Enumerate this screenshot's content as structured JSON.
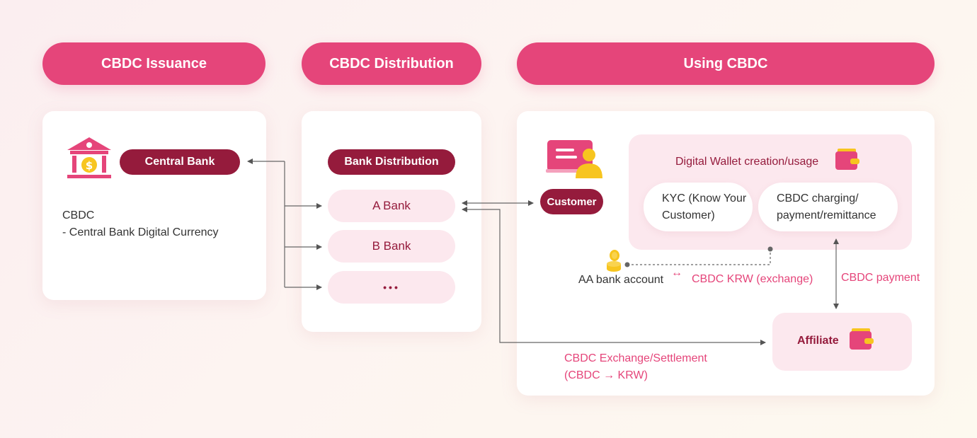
{
  "headers": {
    "issuance": "CBDC Issuance",
    "distribution": "CBDC Distribution",
    "using": "Using CBDC"
  },
  "issuance_card": {
    "central_bank_label": "Central Bank",
    "cbdc_line1": "CBDC",
    "cbdc_line2": "- Central Bank Digital Currency"
  },
  "distribution_card": {
    "title": "Bank Distribution",
    "banks": [
      "A Bank",
      "B Bank"
    ],
    "more_symbol": "•••"
  },
  "using_card": {
    "customer_label": "Customer",
    "wallet_title": "Digital Wallet creation/usage",
    "kyc_line1": "KYC (Know Your",
    "kyc_line2": "Customer)",
    "charging_line1": "CBDC charging/",
    "charging_line2": "payment/remittance",
    "aa_account": "AA bank account",
    "exchange_arrow": "↔",
    "exchange_label": "CBDC KRW (exchange)",
    "payment_label": "CBDC payment",
    "affiliate_label": "Affiliate",
    "settlement_line1": "CBDC Exchange/Settlement",
    "settlement_line2": "(CBDC → KRW)"
  },
  "colors": {
    "accent_pink": "#e5457a",
    "dark_maroon": "#951b3c",
    "light_pink": "#fce8ee",
    "gold": "#f7c51f"
  },
  "icons": [
    "bank-building-icon",
    "customer-card-icon",
    "wallet-icon",
    "coin-stack-icon"
  ]
}
